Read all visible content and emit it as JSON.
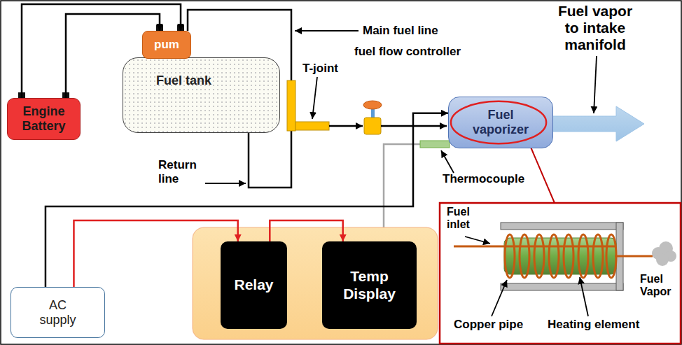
{
  "diagram": {
    "nodes": [
      {
        "text": [
          "pum"
        ]
      },
      {
        "text": [
          "Fuel tank"
        ]
      },
      {
        "text": [
          "Engine Battery"
        ]
      },
      {
        "text": [
          "Fuel vaporizer"
        ]
      },
      {
        "text": [
          "Relay"
        ]
      },
      {
        "text": [
          "Temp Display"
        ]
      },
      {
        "text": [
          "AC supply"
        ]
      }
    ],
    "edges": [
      {
        "from": 2,
        "to": 0,
        "arrow": "to"
      },
      {
        "from": 2,
        "to": 0,
        "arrow": "to"
      },
      {
        "from": 6,
        "to": 3,
        "arrow": "to"
      },
      {
        "from": 6,
        "to": 4,
        "arrow": "to"
      },
      {
        "from": 4,
        "to": 5,
        "arrow": "to"
      }
    ],
    "labels": [
      "Main fuel line",
      "fuel flow controller",
      "Fuel vapor to intake manifold",
      "T-joint",
      "Return line",
      "Thermocouple",
      "Fuel inlet",
      "Fuel Vapor",
      "Copper pipe",
      "Heating element"
    ]
  }
}
